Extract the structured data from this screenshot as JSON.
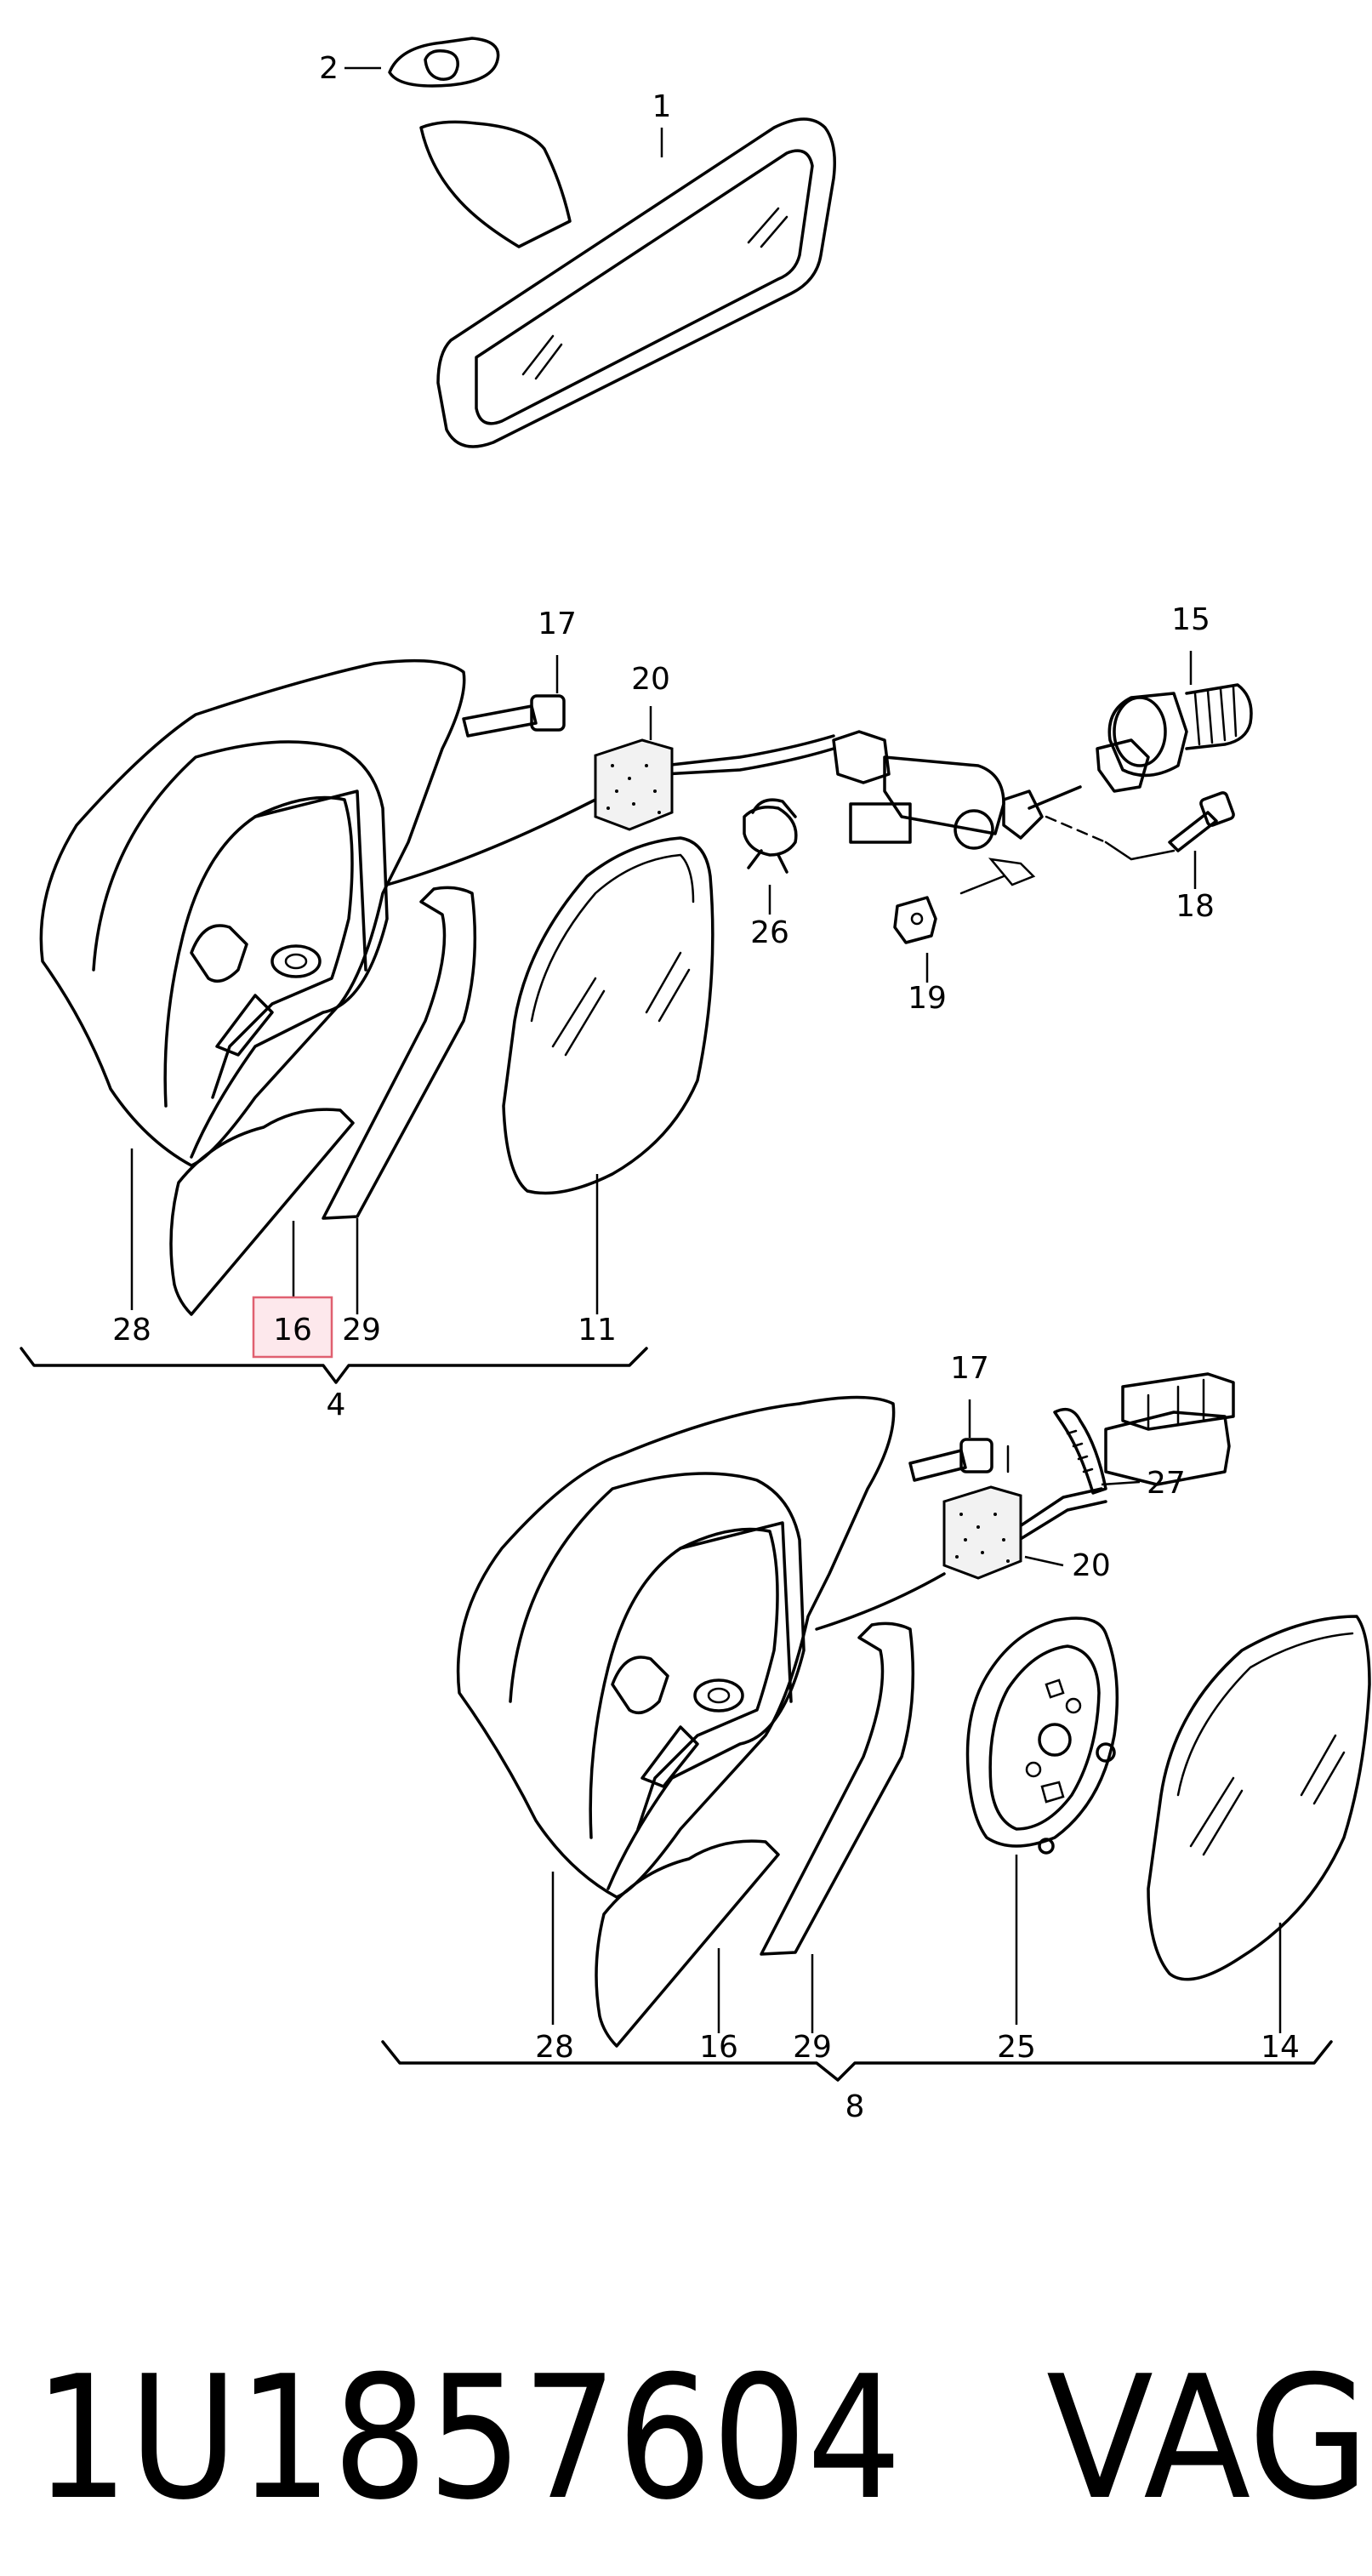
{
  "diagram": {
    "callouts": {
      "c1": "1",
      "c2": "2",
      "c4": "4",
      "c8": "8",
      "c11": "11",
      "c14": "14",
      "c15": "15",
      "c16_top": "16",
      "c16_bottom": "16",
      "c17_top": "17",
      "c17_bottom": "17",
      "c18": "18",
      "c19": "19",
      "c20_top": "20",
      "c20_bottom": "20",
      "c25": "25",
      "c26": "26",
      "c27": "27",
      "c28_top": "28",
      "c28_bottom": "28",
      "c29_top": "29",
      "c29_bottom": "29"
    },
    "highlighted_callout": "16",
    "highlight_color": "#fde8ec"
  },
  "footer": {
    "part_number": "1U1857604",
    "brand": "VAG"
  }
}
